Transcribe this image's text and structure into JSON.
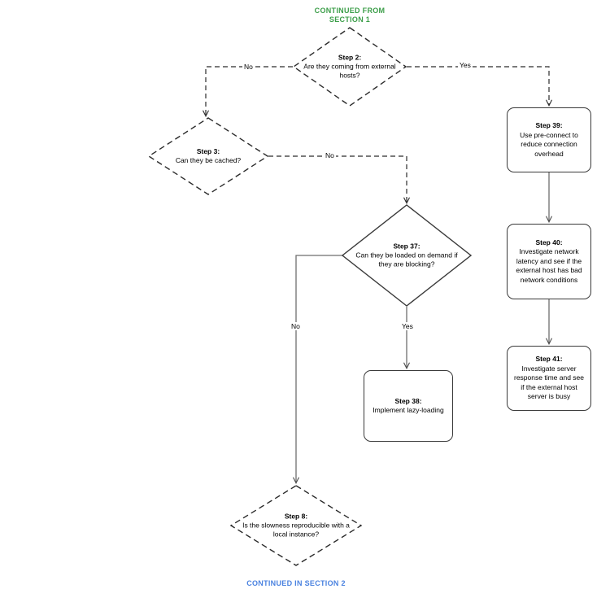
{
  "diagram": {
    "title_top": "CONTINUED FROM SECTION 1",
    "title_bottom": "CONTINUED IN SECTION 2",
    "colors": {
      "top_marker": "#3c9e49",
      "bottom_marker": "#4a82e0",
      "stroke": "#3a3a3a",
      "dashed_stroke": "#2b2b2b",
      "background": "#ffffff"
    },
    "nodes": [
      {
        "id": "step2",
        "shape": "diamond",
        "style": "dashed",
        "title": "Step 2:",
        "text": "Are they coming from external hosts?"
      },
      {
        "id": "step3",
        "shape": "diamond",
        "style": "dashed",
        "title": "Step 3:",
        "text": "Can they be cached?"
      },
      {
        "id": "step37",
        "shape": "diamond",
        "style": "solid",
        "title": "Step 37:",
        "text": "Can they be loaded on demand if they are blocking?"
      },
      {
        "id": "step38",
        "shape": "process",
        "style": "solid",
        "title": "Step 38:",
        "text": "Implement lazy-loading"
      },
      {
        "id": "step39",
        "shape": "process",
        "style": "solid",
        "title": "Step 39:",
        "text": "Use pre-connect to reduce connection overhead"
      },
      {
        "id": "step40",
        "shape": "process",
        "style": "solid",
        "title": "Step 40:",
        "text": "Investigate network latency and see if the external host has bad network conditions"
      },
      {
        "id": "step41",
        "shape": "process",
        "style": "solid",
        "title": "Step 41:",
        "text": "Investigate server response time and see if the external host server is busy"
      },
      {
        "id": "step8",
        "shape": "diamond",
        "style": "dashed",
        "title": "Step 8:",
        "text": "Is the slowness reproducible with a local instance?"
      }
    ],
    "edges": [
      {
        "id": "e-step2-no",
        "from": "step2",
        "to": "step3",
        "label": "No",
        "style": "dashed"
      },
      {
        "id": "e-step2-yes",
        "from": "step2",
        "to": "step39",
        "label": "Yes",
        "style": "dashed"
      },
      {
        "id": "e-step3-no",
        "from": "step3",
        "to": "step37",
        "label": "No",
        "style": "dashed"
      },
      {
        "id": "e-step37-yes",
        "from": "step37",
        "to": "step38",
        "label": "Yes",
        "style": "solid"
      },
      {
        "id": "e-step37-no",
        "from": "step37",
        "to": "step8",
        "label": "No",
        "style": "solid"
      },
      {
        "id": "e-step39-step40",
        "from": "step39",
        "to": "step40",
        "label": "",
        "style": "solid"
      },
      {
        "id": "e-step40-step41",
        "from": "step40",
        "to": "step41",
        "label": "",
        "style": "solid"
      }
    ]
  }
}
